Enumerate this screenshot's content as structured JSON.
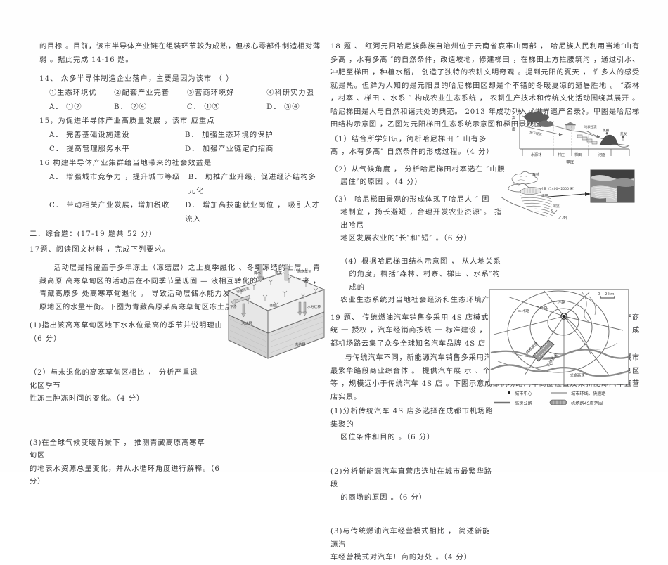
{
  "document": {
    "type": "exam-paper",
    "subject_hint": "地理"
  },
  "left_column": {
    "lead_paragraph": "的目标 。目前，该市半导体产业链在组装环节较为成熟，但核心零部件制造相对薄弱 。据此完成 14-16 题。",
    "q14": {
      "stem": "14、 众多半导体制造企业落户，主要是因为该市  （  ）",
      "choices_numbered": [
        "①生态环境优",
        "②配套产业完善",
        "③营商环境好",
        "④科研实力强"
      ],
      "options": [
        "A． ①②",
        "B． ②④",
        "C． ①③",
        "D． ③④"
      ]
    },
    "q15": {
      "stem": "15，为促进半导体产业高质量发展 ，该市 应重点",
      "options": [
        "A． 完善基础设施建设",
        "B． 加强生态环境的保护",
        "C． 提高管理服务水平",
        "D． 加强产业链定向招商"
      ]
    },
    "q16": {
      "stem": "16 构建半导体产业集群给当地带来的社会效益是",
      "options": [
        "A． 增强城市竞争力 ，提升城市等级",
        "B． 助推产业升级，促进经济结构多元化",
        "C． 带动相关产业发展，增加税收",
        "D． 增加高技能就业岗位 ， 吸引人才流入"
      ]
    },
    "section2_head": "二．综合题：(17-19 题共 52 分）",
    "q17": {
      "lead": "17题、阅读图文材料 ，完成下列要求。",
      "material": "活动层是指覆盖于多年冻土（冻结层）之上夏季融化 、冬季冻结的土层 。青藏高原 高寒草甸区的活动层在不同季节呈现固 — 液相互转化的过程 。 近年来 ， 青藏高原多 处高寒草甸退化 。 导致活动层储水能力发生变化 ，进而影响青藏高原地区的水量平衡。下图为青藏高原某高寒草甸区冻土层水循环示意图 。",
      "sub1": "(1)指出该高寒草甸区地下水水位最高的季节并说明理由",
      "sub1_score": "（6 分）",
      "sub2_a": "（2）与未退化的高寒草甸区相比 ， 分析严重退化区季节",
      "sub2_b": "性冻土肿冻时间的变化。（4 分）",
      "sub3_a": "(3)在全球气候变暖背景下 ， 推测青藏高原高寒草甸区",
      "sub3_b": "的地表水资源总量变化，并从水循环角度进行解释。（6 分）"
    },
    "permafrost_figure": {
      "labels": {
        "precipitation": "降水",
        "evaporation": "蒸发",
        "alpine_meadow": "高寒草甸",
        "slope_runoff": "坡面径流",
        "infiltration": "下渗",
        "condensation": "凝结",
        "water_migration": "水分迁移",
        "active_layer": "活动层",
        "frozen_layer": "冻结层"
      }
    }
  },
  "right_column": {
    "q18": {
      "lead_num": "18 题 、",
      "material": " 红河元阳哈尼族彝族自治州位于云南省哀牢山南部 ， 哈尼族人民利用当地″山有多高 ，水有多高 ″的自然条件，改造坡地，修建梯田 ，在梯田上方拦腰筑沟 ，通过引水、冲肥至梯田 ，种植水稻， 创造了独特的农耕文明奇观 。提到元阳的夏天 ， 许多人的感受就是热。但鲜为人知的是元阳县的哈尼梯田区却是个不错的冬暖夏凉的避暑胜地 。 ″森林 ，村寨 、梯田 、水系 ″ 构成农业生态系统 ， 农耕生产技术和传统文化活动围绕其展开 。哈尼梯田是人与自然和谐共处的典范。 2013 年成功列入《世界遗产名录》。甲图是哈尼梯田结构示意图 ，乙图为元阳梯田生态系统示意图和梯田景观图 。",
      "sub1_a": "（1）结合所学知识，简析哈尼梯田 ″ 山有多",
      "sub1_b": "高 ，水有多高″ 自然条件的形成过程。（4 分）",
      "sub2_a": "（2）从气候角度 ， 分析哈尼梯田村寨选在 ″山腰",
      "sub2_b": "居住″的原因 。（4 分）",
      "sub3_a": "（3） 哈尼梯田景观的形成体现了哈尼人 ″ 因",
      "sub3_b": "地制宜 ，扬长避短 ，合理开发农业资源″。 指出哈尼",
      "sub3_c": "地区发展农业的″长″和″短″ 。（6 分）",
      "sub4_a": "（4）根据哈尼梯田结构示意图 ， 从人地关系",
      "sub4_b": "的角度，概括″森林、村寨、梯田 、水系″构 成的",
      "sub4_c": "农业生态系统对当地社会经济和生态环境产生的积极意义 。（6 分）"
    },
    "fig_jia": {
      "caption": "甲图",
      "y_axis_top": "高",
      "y_axis_bottom": "度",
      "labels": [
        "降雨",
        "下渗",
        "地下径流",
        "地表径流",
        "蒸腾",
        "蒸发"
      ],
      "bottom_zones": [
        "水源林",
        "村庄",
        "梯田",
        "河面"
      ]
    },
    "fig_yi": {
      "caption": "乙图",
      "labels": [
        "森林",
        "村寨（1400~2000 米）",
        "梯田",
        "河流"
      ]
    },
    "q19": {
      "lead": "19 题、 传统燃油汽车销售多采用 4S 店模式 。 4S 店通常选址于郊区 ， 由汽车生产商统 一 授权 ，汽车经销商按统 一 标准建设 ， 提供汽车销售和售后（维修保养）服务 。成都机场路云集了众多全球知名汽车品牌 4S 店 。",
      "material2": "与传统汽车不同，新能源汽车销售多采用汽车生产商直营模式 。 直营店多 选址于城市最繁华路段商业综合体 。 提供汽车展 示 、个性化产品定制 、充电 、试驾 、咖啡休息区等 ，规模远小于传统汽车 4S 店 。下图示意成都机场路汽车商圈位置及某新能源汽车直营店实景。",
      "sub1_a": "(1)分析传统汽车 4S 店多选择在成都市机场路集聚的",
      "sub1_b": "区位条件和目的 。（6 分）",
      "sub2_a": "(2)分析新能源汽车直营店选址在城市最繁华路段",
      "sub2_b": "的商场的原因 。（6 分）",
      "sub3_a": "(3)与传统燃油汽车经营模式相比 ， 简述新能源汽",
      "sub3_b": "车经营模式对汽车厂商的好处 。（4 分）"
    },
    "fig_map": {
      "scale_zero": "0",
      "scale_label": "2 km",
      "road_labels": [
        "一环路",
        "二环路",
        "三环路",
        "成雅高速",
        "成渝高速",
        "机场高速"
      ],
      "legend": [
        {
          "symbol": "dot",
          "label": "城市中心"
        },
        {
          "symbol": "thin-line",
          "label": "城市环线、快速路"
        },
        {
          "symbol": "thick-line",
          "label": "高速公路"
        },
        {
          "symbol": "hatched-band",
          "label": "机场路4S店范围"
        }
      ]
    }
  },
  "colors": {
    "ink": "#39393b",
    "paper": "#fefefe",
    "fig_line": "#5a5a5a",
    "fig_fill_light": "#e9e9e9",
    "fig_fill_mid": "#cfcfcf",
    "fig_fill_dark": "#8d8d8d"
  }
}
